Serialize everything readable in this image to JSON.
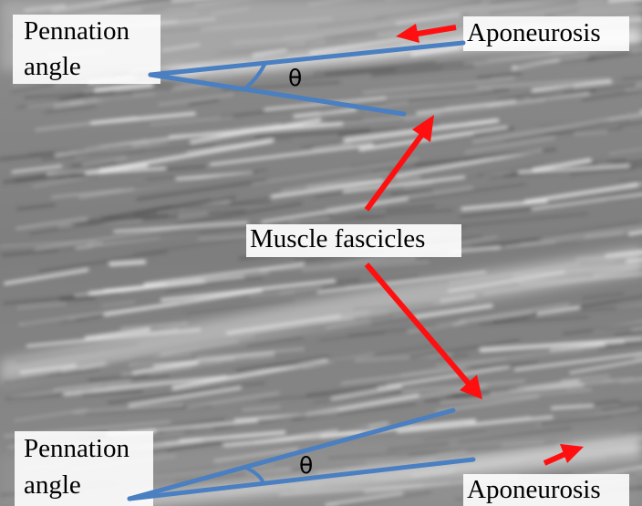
{
  "labels": {
    "pennation_top_line1": "Pennation",
    "pennation_top_line2": "angle",
    "aponeurosis_top": "Aponeurosis",
    "theta_top": "θ",
    "muscle_fascicles": "Muscle fascicles",
    "pennation_bottom_line1": "Pennation",
    "pennation_bottom_line2": "angle",
    "theta_bottom": "θ",
    "aponeurosis_bottom": "Aponeurosis"
  },
  "colors": {
    "angle_lines": "#4a7fc1",
    "arrows": "#ff0f0f",
    "text": "#000000",
    "tissue_base": "#858585",
    "fibers": "#e6e6e6"
  }
}
